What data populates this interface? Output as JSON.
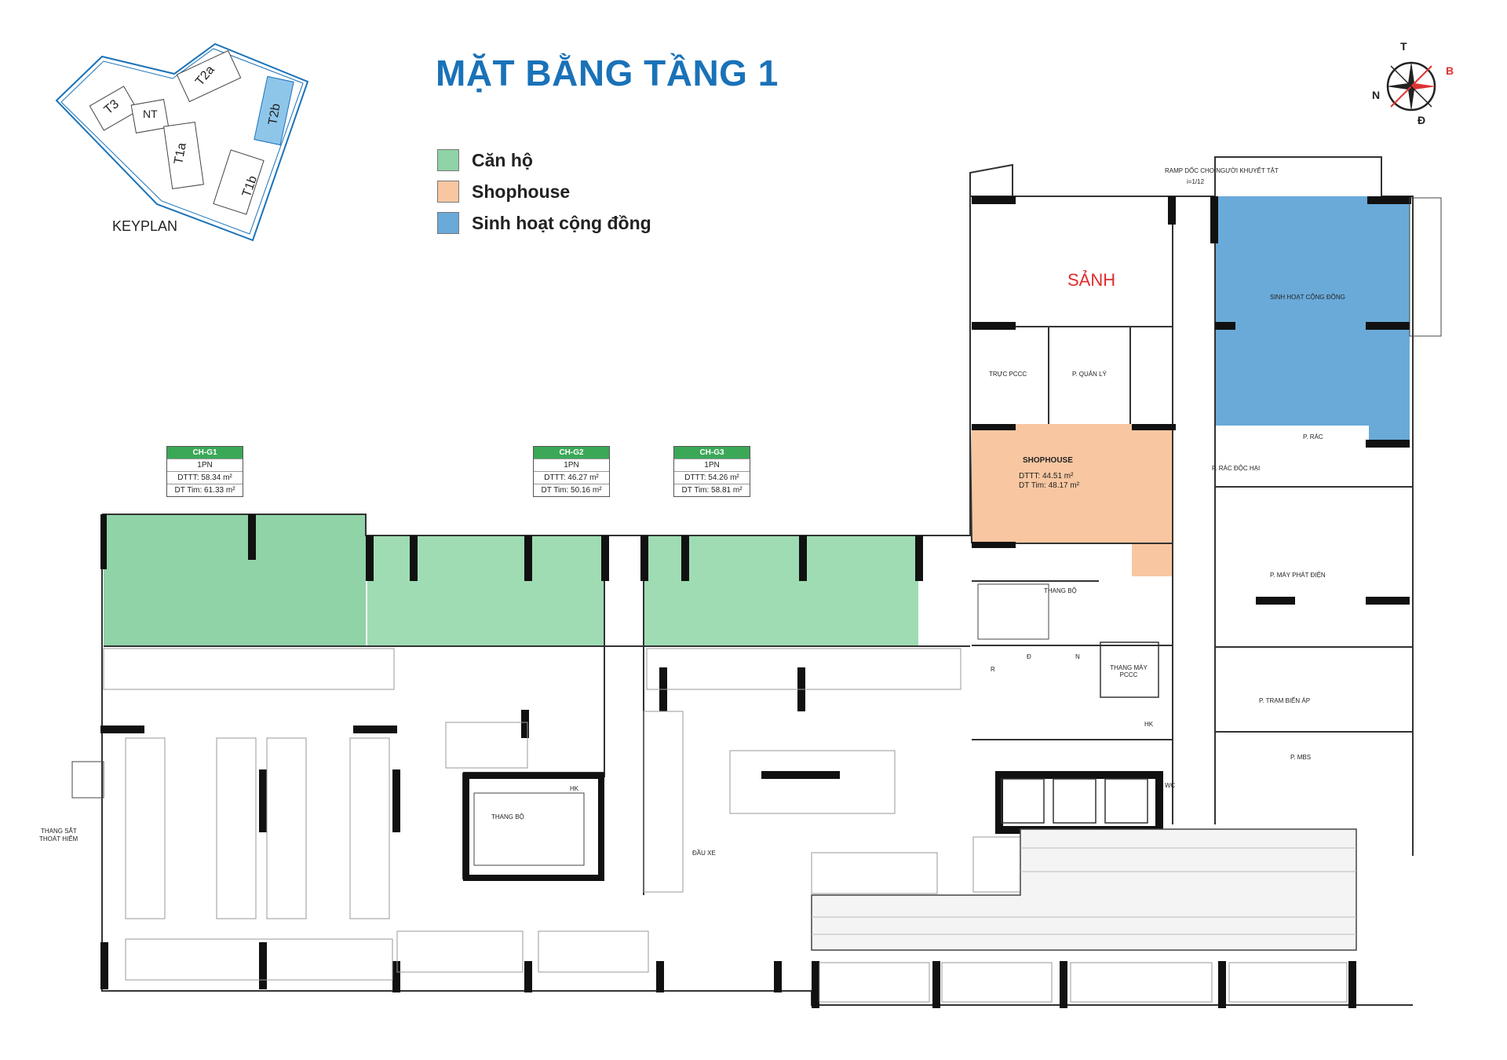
{
  "title": "MẶT BẰNG TẦNG 1",
  "legend": [
    {
      "label": "Căn hộ",
      "color": "#8fd3a7"
    },
    {
      "label": "Shophouse",
      "color": "#f8c7a1"
    },
    {
      "label": "Sinh hoạt cộng đồng",
      "color": "#6aaad9"
    }
  ],
  "keyplan": {
    "label": "KEYPLAN",
    "blocks": [
      "T3",
      "NT",
      "T2a",
      "T2b",
      "T1a",
      "T1b"
    ],
    "highlight": "T2b"
  },
  "compass": {
    "north": "T",
    "east": "B",
    "south": "Đ",
    "west": "N"
  },
  "units": [
    {
      "code": "CH-G1",
      "type": "1PN",
      "dttt": "DTTT: 58.34 m²",
      "dt_tim": "DT Tim: 61.33 m²"
    },
    {
      "code": "CH-G2",
      "type": "1PN",
      "dttt": "DTTT: 46.27 m²",
      "dt_tim": "DT Tim: 50.16 m²"
    },
    {
      "code": "CH-G3",
      "type": "1PN",
      "dttt": "DTTT: 54.26 m²",
      "dt_tim": "DT Tim: 58.81 m²"
    }
  ],
  "shophouse": {
    "label": "SHOPHOUSE",
    "dttt": "DTTT: 44.51 m²",
    "dt_tim": "DT Tim: 48.17 m²"
  },
  "rooms": {
    "sanh": "SẢNH",
    "community": "SINH HOẠT CỘNG ĐỒNG",
    "ramp": "RAMP DỐC CHO NGƯỜI KHUYẾT TẬT",
    "ramp_slope": "i=1/12",
    "truc_pccc": "TRỰC PCCC",
    "quan_ly": "P. QUẢN LÝ",
    "rac": "P. RÁC",
    "rac_doc_hai": "P. RÁC ĐỘC HẠI",
    "may_phat_dien": "P. MÁY PHÁT ĐIỆN",
    "tram_bien_ap": "P. TRẠM BIẾN ÁP",
    "mbs": "P. MBS",
    "thang_bo_1": "THANG BỘ",
    "thang_bo_2": "THANG BỘ",
    "thang_may_pccc": "THANG MÁY PCCC",
    "wc": "WC",
    "hk1": "HK",
    "hk2": "HK",
    "r": "R",
    "d": "Đ",
    "n": "N",
    "dau_xe": "ĐẦU XE",
    "thang_sat": "THANG SẮT",
    "thoat_hiem": "THOÁT HIỂM"
  }
}
